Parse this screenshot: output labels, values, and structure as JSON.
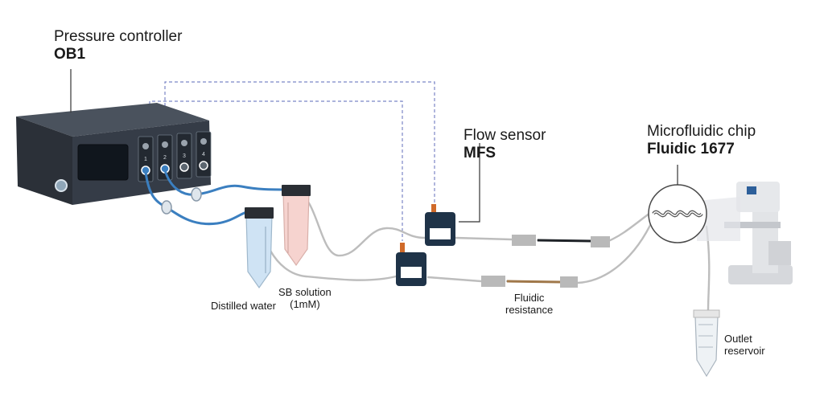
{
  "labels": {
    "pressure_controller": {
      "line1": "Pressure controller",
      "line2": "OB1"
    },
    "flow_sensor": {
      "line1": "Flow sensor",
      "line2": "MFS"
    },
    "microfluidic_chip": {
      "line1": "Microfluidic chip",
      "line2": "Fluidic 1677"
    },
    "distilled_water": "Distilled water",
    "sb_solution": {
      "line1": "SB solution",
      "line2": "(1mM)"
    },
    "fluidic_resistance": {
      "line1": "Fluidic",
      "line2": "resistance"
    },
    "outlet_reservoir": {
      "line1": "Outlet",
      "line2": "reservoir"
    }
  },
  "controller": {
    "channels": [
      "1",
      "2",
      "3",
      "4"
    ]
  },
  "colors": {
    "controller_body": "#2e3540",
    "sensor_body": "#1f3348",
    "tubing_blue": "#3b7fc0",
    "tubing_gray": "#bdbdbd",
    "signal_dashed": "#7b86c6",
    "water_fill": "#cfe3f4",
    "sb_fill": "#f6d3cf",
    "resistance_tube": "#a0784a"
  }
}
